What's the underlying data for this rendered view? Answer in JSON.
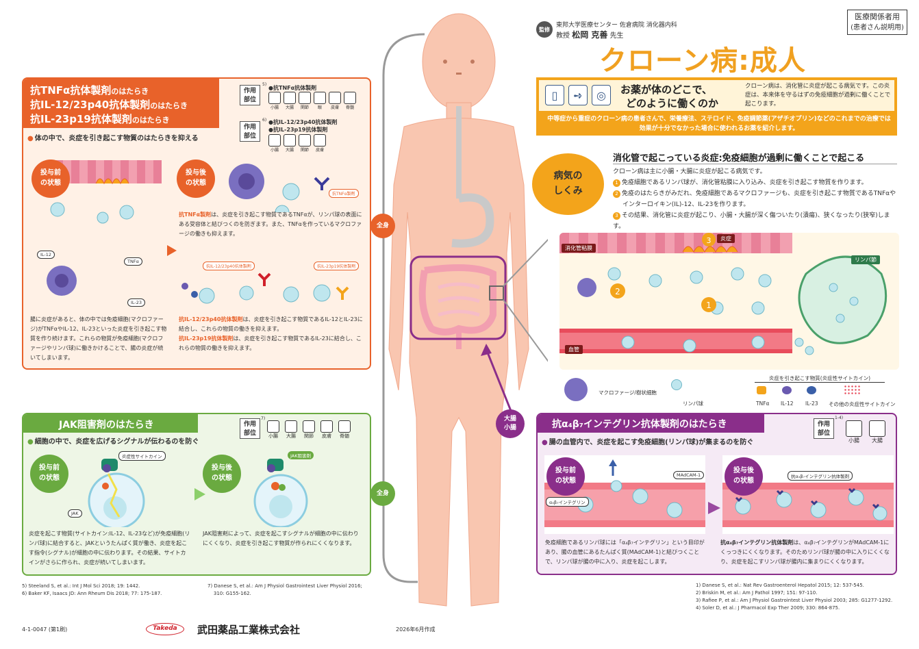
{
  "header": {
    "supervisor_badge": "監修",
    "supervisor_affiliation": "東邦大学医療センター 佐倉病院 消化器内科",
    "supervisor_title": "教授",
    "supervisor_name": "松岡 克善",
    "supervisor_suffix": "先生",
    "audience_main": "医療関係者用",
    "audience_sub": "(患者さん説明用)",
    "title": "クローン病:成人"
  },
  "intro": {
    "question_line1": "お薬が体のどこで、",
    "question_line2": "どのように働くのか",
    "description": "クローン病は、消化管に炎症が起こる病気です。この炎症は、本来体を守るはずの免疫細胞が過剰に働くことで起こります。",
    "note": "中等症から重症のクローン病の患者さんで、栄養療法、ステロイド、免疫調節薬(アザチオプリン)などのこれまでの治療では効果が十分でなかった場合に使われるお薬を紹介します。",
    "icons": [
      "iv-bag-icon",
      "syringe-icon",
      "pills-icon"
    ]
  },
  "mechanism": {
    "circle_line1": "病気の",
    "circle_line2": "しくみ",
    "title": "消化管で起こっている炎症:免疫細胞が過剰に働くことで起こる",
    "intro_line": "クローン病は主に小腸・大腸に炎症が起こる病気です。",
    "step1": "免疫細胞であるリンパ球が、消化管粘膜に入り込み、炎症を引き起こす物質を作ります。",
    "step2a": "免疫のはたらきがみだれ、免疫細胞であるマクロファージも、炎症を引き起こす物質であるTNFαや",
    "step2b": "インターロイキン(IL)-12、IL-23を作ります。",
    "step3": "その結果、消化管に炎症が起こり、小腸・大腸が深く傷ついたり(潰瘍)、狭くなったり(狭窄)します。",
    "labels": {
      "mucosa": "消化管粘膜",
      "inflammation": "炎症",
      "lymph_node": "リンパ節",
      "vessel": "血管"
    },
    "legend": {
      "macrophage": "マクロファージ/樹状細胞",
      "lymphocyte": "リンパ球",
      "cytokine_header": "炎症を引き起こす物質(炎症性サイトカイン)",
      "tnf": "TNFα",
      "il12": "IL-12",
      "il23": "IL-23",
      "other": "その他の炎症性サイトカイン"
    }
  },
  "tnf_panel": {
    "title1": "抗TNFα抗体製剤",
    "title1_suffix": "のはたらき",
    "title2": "抗IL-12/23p40抗体製剤",
    "title2_suffix": "のはたらき",
    "title3": "抗IL-23p19抗体製剤",
    "title3_suffix": "のはたらき",
    "site_label_line1": "作用",
    "site_label_line2": "部位",
    "site1_drug": "抗TNFα抗体製剤",
    "site1_ref": "5)",
    "site1_organs": [
      "小腸",
      "大腸",
      "関節",
      "眼",
      "皮膚",
      "脊髄"
    ],
    "site2_drug": "抗IL-12/23p40抗体製剤",
    "site2_drug_b": "抗IL-23p19抗体製剤",
    "site2_ref": "6)",
    "site2_organs": [
      "小腸",
      "大腸",
      "関節",
      "皮膚"
    ],
    "subheading": "体の中で、炎症を引き起こす物質のはたらきを抑える",
    "before_line1": "投与前",
    "before_line2": "の状態",
    "after_line1": "投与後",
    "after_line2": "の状態",
    "labels": {
      "il12": "IL-12",
      "tnf": "TNFα",
      "il23": "IL-23",
      "anti_tnf": "抗TNFα製剤",
      "anti_il12": "抗IL-12/23p40抗体製剤",
      "anti_il23": "抗IL-23p19抗体製剤"
    },
    "before_text": "腸に炎症があると、体の中では免疫細胞(マクロファージ)がTNFαやIL-12、IL-23といった炎症を引き起こす物質を作り続けます。これらの物質が免疫細胞(マクロファージやリンパ球)に働きかけることで、腸の炎症が続いてしまいます。",
    "after_text1_hl": "抗TNFα製剤",
    "after_text1": "は、炎症を引き起こす物質であるTNFαが、リンパ球の表面にある受容体と結びつくのを防ぎます。また、TNFαを作っているマクロファージの働きも抑えます。",
    "after_text2_hl": "抗IL-12/23p40抗体製剤",
    "after_text2": "は、炎症を引き起こす物質であるIL-12とIL-23に結合し、これらの物質の働きを抑えます。",
    "after_text3_hl": "抗IL-23p19抗体製剤",
    "after_text3": "は、炎症を引き起こす物質であるIL-23に結合し、これらの物質の働きを抑えます。"
  },
  "body": {
    "scope_whole1": "全身",
    "scope_whole2": "全身",
    "scope_intestine": "大腸\n小腸"
  },
  "jak_panel": {
    "title": "JAK阻害剤のはたらき",
    "site_ref": "7)",
    "organs": [
      "小腸",
      "大腸",
      "関節",
      "皮膚",
      "脊髄"
    ],
    "subheading": "細胞の中で、炎症を広げるシグナルが伝わるのを防ぐ",
    "labels": {
      "cytokine": "炎症性サイトカイン",
      "jak": "JAK",
      "jak_inhibitor": "JAK阻害剤"
    },
    "before_text": "炎症を起こす物質(サイトカイン:IL-12、IL-23など)が免疫細胞(リンパ球)に結合すると、JAKというたんぱく質が働き、炎症を起こす指令(シグナル)が細胞の中に伝わります。その結果、サイトカインがさらに作られ、炎症が続いてしまいます。",
    "after_text": "JAK阻害剤によって、炎症を起こすシグナルが細胞の中に伝わりにくくなり、炎症を引き起こす物質が作られにくくなります。"
  },
  "integrin_panel": {
    "title": "抗α₄β₇インテグリン抗体製剤のはたらき",
    "site_ref": "1-4)",
    "organs": [
      "小腸",
      "大腸"
    ],
    "subheading": "腸の血管内で、炎症を起こす免疫細胞(リンパ球)が集まるのを防ぐ",
    "labels": {
      "madcam": "MAdCAM-1",
      "integrin": "α₄β₇インテグリン",
      "anti_integrin": "抗α₄β₇インテグリン抗体製剤"
    },
    "before_text": "免疫細胞であるリンパ球には「α₄β₇インテグリン」という目印があり、腸の血管にあるたんぱく質(MAdCAM-1)と結びつくことで、リンパ球が腸の中に入り、炎症を起こします。",
    "after_text_hl": "抗α₄β₇インテグリン抗体製剤",
    "after_text": "は、α₄β₇インテグリンがMAdCAM-1にくっつきにくくなります。そのためリンパ球が腸の中に入りにくくなり、炎症を起こすリンパ球が腸内に集まりにくくなります。"
  },
  "references_left": [
    "5) Steeland S, et al.: Int J Mol Sci 2018; 19: 1442.",
    "6) Baker KF, Isaacs JD: Ann Rheum Dis 2018; 77: 175-187."
  ],
  "references_mid": [
    "7) Danese S, et al.: Am J Physiol Gastrointest Liver Physiol 2016;",
    "    310: G155-162."
  ],
  "references_right": [
    "1) Danese S, et al.: Nat Rev Gastroenterol Hepatol 2015; 12: 537-545.",
    "2) Briskin M, et al.: Am J Pathol 1997; 151: 97-110.",
    "3) Rafiee P, et al.: Am J Physiol Gastrointest Liver Physiol 2003; 285: G1277-1292.",
    "4) Soler D, et al.: J Pharmacol Exp Ther 2009; 330: 864-875."
  ],
  "footer": {
    "code": "4-1-0047 (第1刷)",
    "logo": "Takeda",
    "company": "武田薬品工業株式会社",
    "date": "2026年6月作成"
  },
  "colors": {
    "orange": "#e8622a",
    "amber": "#f3a41b",
    "green": "#6aaa40",
    "purple": "#8a2e8a",
    "skin": "#f9c6b0"
  }
}
